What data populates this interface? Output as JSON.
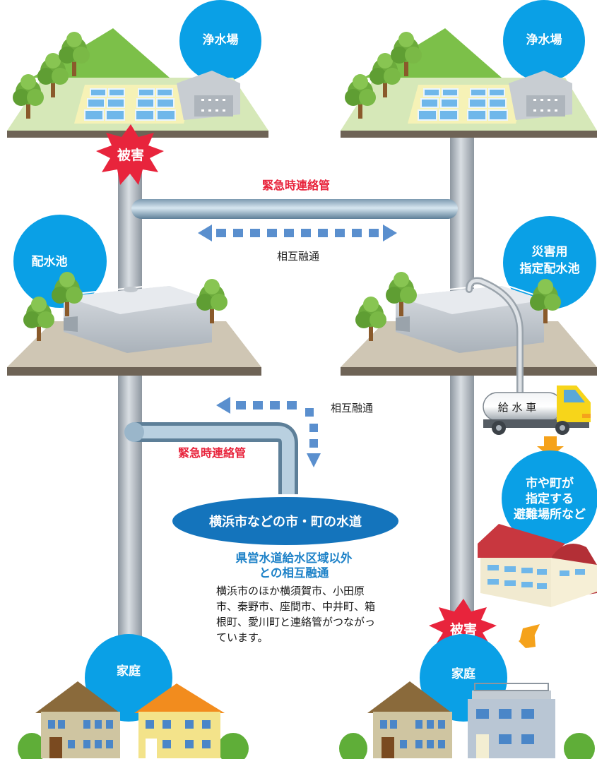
{
  "labels": {
    "plant_left": "浄水場",
    "plant_right": "浄水場",
    "reservoir_left": "配水池",
    "reservoir_right": [
      "災害用",
      "指定配水池"
    ],
    "damage_top": "被害",
    "damage_bottom": "被害",
    "emergency_pipe_top": "緊急時連絡管",
    "emergency_pipe_mid": "緊急時連絡管",
    "mutual_top": "相互融通",
    "mutual_mid": "相互融通",
    "truck": "給 水 車",
    "shelter": [
      "市や町が",
      "指定する",
      "避難場所など"
    ],
    "city_water": "横浜市などの市・町の水道",
    "home_left": "家庭",
    "home_right": "家庭"
  },
  "description": {
    "heading": [
      "県営水道給水区域以外",
      "との相互融通"
    ],
    "body": "横浜市のほか横須賀市、小田原市、秦野市、座間市、中井町、箱根町、愛川町と連絡管がつながっています。"
  },
  "colors": {
    "circle_blue": "#0aa0e6",
    "ellipse_blue": "#1474bc",
    "red_text": "#e8243c",
    "damage_red": "#e8243c",
    "pipe_gray": "#b4bcc4",
    "arrow_blue": "#5a8fce",
    "arrow_orange": "#f5a21b"
  }
}
